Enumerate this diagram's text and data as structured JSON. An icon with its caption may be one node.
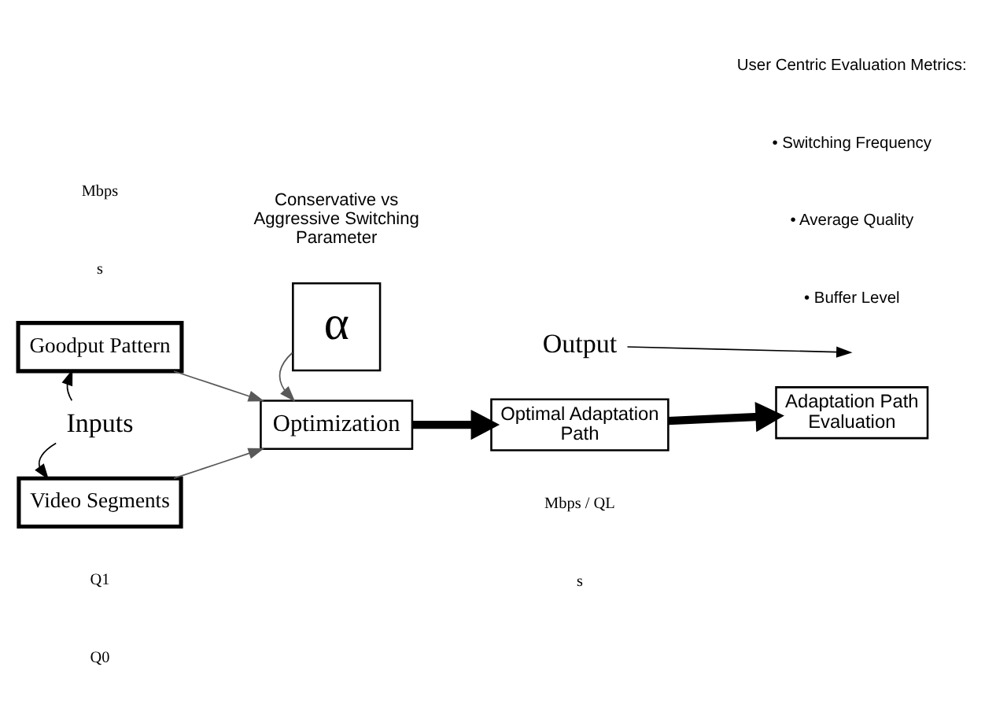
{
  "diagram": {
    "nodes": [
      {
        "text": [
          "Goodput Pattern"
        ]
      },
      {
        "text": [
          "Video Segments"
        ]
      },
      {
        "text": [
          "α"
        ],
        "beside": [
          "Conservative vs Aggressive Switching Parameter"
        ]
      },
      {
        "text": [
          "Optimization"
        ]
      },
      {
        "text": [
          "Optimal Adaptation Path"
        ]
      },
      {
        "text": [
          "Adaptation Path Evaluation"
        ]
      },
      {
        "text": [
          "Inputs"
        ]
      },
      {
        "text": [
          "Output"
        ]
      }
    ],
    "edges": [
      {
        "from": 0,
        "to": 3,
        "arrow": "to",
        "color": "#595959"
      },
      {
        "from": 1,
        "to": 3,
        "arrow": "to",
        "color": "#595959"
      },
      {
        "from": 2,
        "to": 3,
        "arrow": "to",
        "color": "#595959"
      },
      {
        "from": 3,
        "to": 4,
        "arrow": "to",
        "style": "thick"
      },
      {
        "from": 4,
        "to": 5,
        "arrow": "to",
        "style": "thick"
      },
      {
        "from": 6,
        "to": 0,
        "arrow": "to"
      },
      {
        "from": 6,
        "to": 1,
        "arrow": "to"
      },
      {
        "from": 7,
        "to": null,
        "arrow": "to"
      }
    ],
    "labels": [
      "Mbps",
      "s",
      "User Centric Evaluation Metrics:",
      "• Switching Frequency",
      "• Average Quality",
      "• Buffer Level",
      "Q1",
      "Q0",
      "Mbps / QL",
      "s"
    ]
  }
}
